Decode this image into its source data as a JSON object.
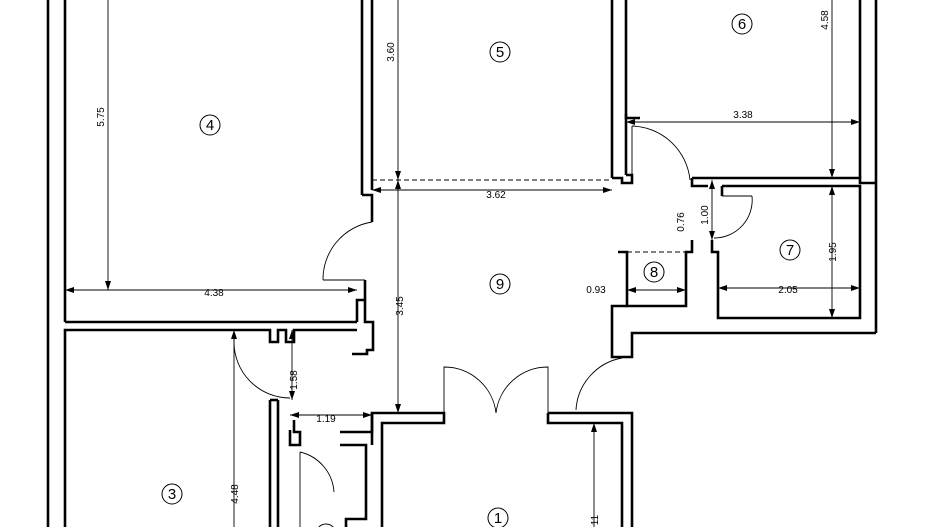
{
  "rooms": [
    {
      "label": "1"
    },
    {
      "label": "3"
    },
    {
      "label": "4"
    },
    {
      "label": "5"
    },
    {
      "label": "6"
    },
    {
      "label": "7"
    },
    {
      "label": "8"
    },
    {
      "label": "9"
    }
  ],
  "dimensions": [
    {
      "text": "5.75"
    },
    {
      "text": "3.60"
    },
    {
      "text": "4.58"
    },
    {
      "text": "3.38"
    },
    {
      "text": "3.62"
    },
    {
      "text": "0.76"
    },
    {
      "text": "1.00"
    },
    {
      "text": "1.95"
    },
    {
      "text": "2.05"
    },
    {
      "text": "0.93"
    },
    {
      "text": "4.38"
    },
    {
      "text": "3.45"
    },
    {
      "text": "1.58"
    },
    {
      "text": "1.19"
    },
    {
      "text": "4.48"
    },
    {
      "text": "11"
    }
  ]
}
